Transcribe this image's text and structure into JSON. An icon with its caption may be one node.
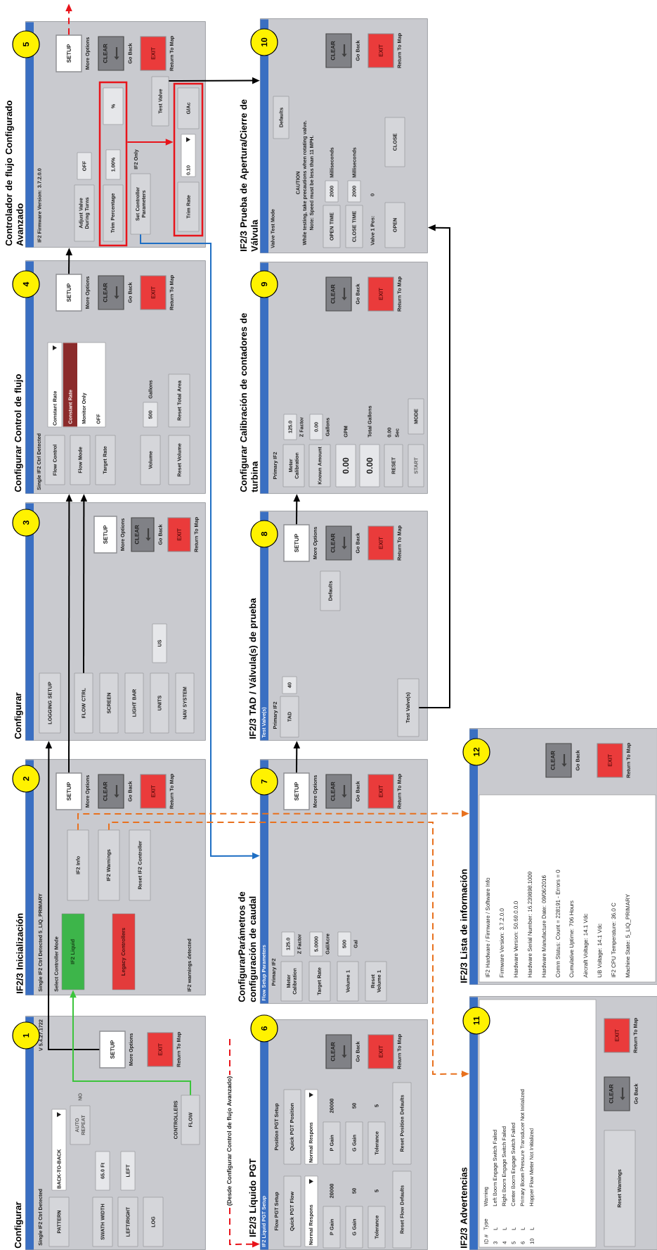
{
  "diagram": {
    "nodes": [
      {
        "text": [
          "Configurar",
          "Single IF2 Ctrl Detected",
          "V 5.4.27.1722",
          "CONTROLLERS"
        ]
      },
      {
        "text": [
          "1"
        ]
      },
      {
        "text": [
          "PATTERN"
        ],
        "in": 0
      },
      {
        "text": [
          "BACK-TO-BACK"
        ],
        "in": 0
      },
      {
        "text": [
          "AUTO REPEAT"
        ],
        "in": 0,
        "beside": [
          "NO"
        ]
      },
      {
        "text": [
          "SWATH WIDTH"
        ],
        "in": 0
      },
      {
        "text": [
          "65.0 Ft"
        ],
        "in": 0
      },
      {
        "text": [
          "LEFT/RIGHT"
        ],
        "in": 0
      },
      {
        "text": [
          "LEFT"
        ],
        "in": 0
      },
      {
        "text": [
          "LOG"
        ],
        "in": 0
      },
      {
        "text": [
          "SETUP"
        ],
        "in": 0,
        "beside": [
          "More Options"
        ]
      },
      {
        "text": [
          "EXIT"
        ],
        "in": 0,
        "beside": [
          "Return To Map"
        ]
      },
      {
        "text": [
          "FLOW"
        ],
        "in": 0
      },
      {
        "text": [
          "IF2/3 Inicialización",
          "Single IF2 Ctrl Detected 5_LIQ_PRIMARY",
          "Select Controller Mode",
          "IF2 warnings detected"
        ]
      },
      {
        "text": [
          "2"
        ]
      },
      {
        "text": [
          "IF2 Liquid"
        ],
        "in": 13
      },
      {
        "text": [
          "Legacy Controllers"
        ],
        "in": 13
      },
      {
        "text": [
          "IF2 Info"
        ],
        "in": 13
      },
      {
        "text": [
          "IF2 Warnings"
        ],
        "in": 13
      },
      {
        "text": [
          "Reset IF2 Controller"
        ],
        "in": 13
      },
      {
        "text": [
          "SETUP"
        ],
        "in": 13,
        "beside": [
          "More Options"
        ]
      },
      {
        "text": [
          "CLEAR"
        ],
        "in": 13,
        "beside": [
          "Go Back"
        ]
      },
      {
        "text": [
          "EXIT"
        ],
        "in": 13,
        "beside": [
          "Return To Map"
        ]
      },
      {
        "text": [
          "Configurar"
        ]
      },
      {
        "text": [
          "3"
        ]
      },
      {
        "text": [
          "LOGGING SETUP"
        ],
        "in": 23
      },
      {
        "text": [
          "FLOW CTRL"
        ],
        "in": 23
      },
      {
        "text": [
          "SCREEN"
        ],
        "in": 23
      },
      {
        "text": [
          "LIGHT BAR"
        ],
        "in": 23
      },
      {
        "text": [
          "UNITS"
        ],
        "in": 23
      },
      {
        "text": [
          "US"
        ],
        "in": 23
      },
      {
        "text": [
          "NAV SYSTEM"
        ],
        "in": 23
      },
      {
        "text": [
          "SETUP"
        ],
        "in": 23,
        "beside": [
          "More Options"
        ]
      },
      {
        "text": [
          "CLEAR"
        ],
        "in": 23,
        "beside": [
          "Go Back"
        ]
      },
      {
        "text": [
          "EXIT"
        ],
        "in": 23,
        "beside": [
          "Return To Map"
        ]
      },
      {
        "text": [
          "Configurar Control de flujo",
          "Single IF2 Ctrl Detected",
          "Gallons"
        ]
      },
      {
        "text": [
          "4"
        ]
      },
      {
        "text": [
          "Flow Control"
        ],
        "in": 35
      },
      {
        "text": [
          "Constant Rate"
        ],
        "in": 35
      },
      {
        "text": [
          "Constant Rate",
          "Monitor Only",
          "OFF"
        ],
        "in": 35
      },
      {
        "text": [
          "Flow Mode"
        ],
        "in": 35
      },
      {
        "text": [
          "Target Rate"
        ],
        "in": 35
      },
      {
        "text": [
          "Volume"
        ],
        "in": 35
      },
      {
        "text": [
          "500"
        ],
        "in": 35
      },
      {
        "text": [
          "Reset Volume"
        ],
        "in": 35
      },
      {
        "text": [
          "Reset Total Area"
        ],
        "in": 35
      },
      {
        "text": [
          "SETUP"
        ],
        "in": 35,
        "beside": [
          "More Options"
        ]
      },
      {
        "text": [
          "CLEAR"
        ],
        "in": 35,
        "beside": [
          "Go Back"
        ]
      },
      {
        "text": [
          "EXIT"
        ],
        "in": 35,
        "beside": [
          "Return To Map"
        ]
      },
      {
        "text": [
          "Controlador de flujo Configurado Avanzado",
          "IF2 Firmware Version: 3.7.2.0.0",
          "IF2 Only"
        ]
      },
      {
        "text": [
          "5"
        ]
      },
      {
        "text": [
          "Adjust Valve During Turns"
        ],
        "in": 49
      },
      {
        "text": [
          "OFF"
        ],
        "in": 49
      },
      {
        "text": [],
        "shape": "box",
        "in": 49
      },
      {
        "text": [
          "Trim Percentage"
        ],
        "in": 53
      },
      {
        "text": [
          "1.00%"
        ],
        "in": 53
      },
      {
        "text": [
          "%"
        ],
        "in": 53
      },
      {
        "text": [
          "Set Controller Parameters"
        ],
        "in": 49
      },
      {
        "text": [
          "Test Valve"
        ],
        "in": 49
      },
      {
        "text": [],
        "shape": "box",
        "in": 49
      },
      {
        "text": [
          "Trim Rate"
        ],
        "in": 59
      },
      {
        "text": [
          "0.10"
        ],
        "in": 59
      },
      {
        "text": [
          "G/Ac"
        ],
        "in": 59
      },
      {
        "text": [
          "SETUP"
        ],
        "in": 49,
        "beside": [
          "More Options"
        ]
      },
      {
        "text": [
          "CLEAR"
        ],
        "in": 49,
        "beside": [
          "Go Back"
        ]
      },
      {
        "text": [
          "EXIT"
        ],
        "in": 49,
        "beside": [
          "Return To Map"
        ]
      },
      {
        "text": [
          "IF2/3 Líquido PGT",
          "IF2 Liquid PGT Setup",
          "Flow PGT Setup",
          "Position PGT Setup",
          "20000",
          "20000",
          "50",
          "50",
          "5",
          "5"
        ]
      },
      {
        "text": [
          "6"
        ]
      },
      {
        "text": [
          "Quick PGT Flow"
        ],
        "in": 66
      },
      {
        "text": [
          "Quick PGT Position"
        ],
        "in": 66
      },
      {
        "text": [
          "Normal Respons"
        ],
        "in": 66
      },
      {
        "text": [
          "Normal Respons"
        ],
        "in": 66
      },
      {
        "text": [
          "P Gain"
        ],
        "in": 66
      },
      {
        "text": [
          "P Gain"
        ],
        "in": 66
      },
      {
        "text": [
          "G Gain"
        ],
        "in": 66
      },
      {
        "text": [
          "G Gain"
        ],
        "in": 66
      },
      {
        "text": [
          "Tolerance"
        ],
        "in": 66
      },
      {
        "text": [
          "Tolerance"
        ],
        "in": 66
      },
      {
        "text": [
          "Reset Flow Defaults"
        ],
        "in": 66
      },
      {
        "text": [
          "Reset Position Defaults"
        ],
        "in": 66
      },
      {
        "text": [
          "CLEAR"
        ],
        "in": 66,
        "beside": [
          "Go Back"
        ]
      },
      {
        "text": [
          "EXIT"
        ],
        "in": 66,
        "beside": [
          "Return To Map"
        ]
      },
      {
        "text": [
          "ConfigurarParámetros de configuración de caudal",
          "Flow Setup Parameters",
          "Primary IF2",
          "Z Factor",
          "Gal/Acre",
          "Gal"
        ]
      },
      {
        "text": [
          "7"
        ]
      },
      {
        "text": [
          "Meter Calibration"
        ],
        "in": 82
      },
      {
        "text": [
          "125.0"
        ],
        "in": 82
      },
      {
        "text": [
          "Target Rate"
        ],
        "in": 82
      },
      {
        "text": [
          "5.0000"
        ],
        "in": 82
      },
      {
        "text": [
          "Volume 1"
        ],
        "in": 82
      },
      {
        "text": [
          "500"
        ],
        "in": 82
      },
      {
        "text": [
          "Reset Volume 1"
        ],
        "in": 82
      },
      {
        "text": [
          "SETUP"
        ],
        "in": 82,
        "beside": [
          "More Options"
        ]
      },
      {
        "text": [
          "CLEAR"
        ],
        "in": 82,
        "beside": [
          "Go Back"
        ]
      },
      {
        "text": [
          "EXIT"
        ],
        "in": 82,
        "beside": [
          "Return To Map"
        ]
      },
      {
        "text": [
          "IF2/3 TAD / Válvula(s) de prueba",
          "Test Valve(s)",
          "Primary IF2"
        ]
      },
      {
        "text": [
          "8"
        ]
      },
      {
        "text": [
          "TAD"
        ],
        "in": 94
      },
      {
        "text": [
          "40"
        ],
        "in": 94
      },
      {
        "text": [
          "Defaults"
        ],
        "in": 94
      },
      {
        "text": [
          "Test Valve(s)"
        ],
        "in": 94
      },
      {
        "text": [
          "SETUP"
        ],
        "in": 94,
        "beside": [
          "More Options"
        ]
      },
      {
        "text": [
          "CLEAR"
        ],
        "in": 94,
        "beside": [
          "Go Back"
        ]
      },
      {
        "text": [
          "EXIT"
        ],
        "in": 94,
        "beside": [
          "Return To Map"
        ]
      },
      {
        "text": [
          "Configurar Calibración de contadores de turbina",
          "Primary IF2",
          "Z Factor",
          "Gallons",
          "GPM",
          "Total Gallons",
          "0.00",
          "Sec"
        ]
      },
      {
        "text": [
          "9"
        ]
      },
      {
        "text": [
          "Meter Calibration"
        ],
        "in": 103
      },
      {
        "text": [
          "125.0"
        ],
        "in": 103
      },
      {
        "text": [
          "Known Amount"
        ],
        "in": 103
      },
      {
        "text": [
          "0.00"
        ],
        "in": 103
      },
      {
        "text": [
          "0.00"
        ],
        "in": 103
      },
      {
        "text": [
          "0.00"
        ],
        "in": 103
      },
      {
        "text": [
          "RESET"
        ],
        "in": 103
      },
      {
        "text": [
          "START"
        ],
        "in": 103
      },
      {
        "text": [
          "MODE"
        ],
        "in": 103
      },
      {
        "text": [
          "CLEAR"
        ],
        "in": 103,
        "beside": [
          "Go Back"
        ]
      },
      {
        "text": [
          "EXIT"
        ],
        "in": 103,
        "beside": [
          "Return To Map"
        ]
      },
      {
        "text": [
          "IF2/3 Prueba de Apertura/Cierre de Válvula",
          "Valve Test Mode",
          "CAUTION",
          "While testing, take precautions when rotating valve.",
          "Note: Speed must be less than 11 MPH.",
          "Milliseconds",
          "Milliseconds",
          "Valve 1 Pos:",
          "0"
        ]
      },
      {
        "text": [
          "10"
        ]
      },
      {
        "text": [
          "Defaults"
        ],
        "in": 116
      },
      {
        "text": [
          "OPEN TIME"
        ],
        "in": 116
      },
      {
        "text": [
          "2000"
        ],
        "in": 116
      },
      {
        "text": [
          "CLOSE TIME"
        ],
        "in": 116
      },
      {
        "text": [
          "2000"
        ],
        "in": 116
      },
      {
        "text": [
          "OPEN"
        ],
        "in": 116
      },
      {
        "text": [
          "CLOSE"
        ],
        "in": 116
      },
      {
        "text": [
          "CLEAR"
        ],
        "in": 116,
        "beside": [
          "Go Back"
        ]
      },
      {
        "text": [
          "EXIT"
        ],
        "in": 116,
        "beside": [
          "Return To Map"
        ]
      },
      {
        "text": [
          "IF2/3 Advertencias"
        ]
      },
      {
        "text": [
          "11"
        ]
      },
      {
        "text": [
          "ID #",
          "Type",
          "Warning",
          "3",
          "L",
          "Left Boom Engage Switch Failed",
          "4",
          "L",
          "Right Boom Engage Switch Failed",
          "5",
          "L",
          "Center Boom Engage Switch Failed",
          "6",
          "L",
          "Primary Boom Pressure Transducer Not Initialized",
          "10",
          "L",
          "Hopper Flow Meter Not Initialized"
        ],
        "in": 127
      },
      {
        "text": [
          "Reset Warnings"
        ],
        "in": 127
      },
      {
        "text": [
          "CLEAR"
        ],
        "in": 127,
        "beside": [
          "Go Back"
        ]
      },
      {
        "text": [
          "EXIT"
        ],
        "in": 127,
        "beside": [
          "Return To Map"
        ]
      },
      {
        "text": [
          "IF2/3 Lista de información"
        ]
      },
      {
        "text": [
          "12"
        ]
      },
      {
        "text": [
          "IF2 Hardware / Firmware / Software Info",
          "Firmware Version: 3.7.2.0.0",
          "Hardware Version: 50.69.0.0.0",
          "Hardware Serial Number: 16.239898.1009",
          "Hardware Manufacture Date: 09/06/2016",
          "Comm Status: Count = 228191 - Errors = 0",
          "Cumulative Uptime: 706 Hours",
          "Aircraft Voltage: 14.1 Vdc",
          "UB Voltage: 14.1 Vdc",
          "IF2 CPU Temperature: 36.0 C",
          "Machine State: 5_LIQ_PRIMARY"
        ],
        "in": 133
      },
      {
        "text": [
          "CLEAR"
        ],
        "in": 133,
        "beside": [
          "Go Back"
        ]
      },
      {
        "text": [
          "EXIT"
        ],
        "in": 133,
        "beside": [
          "Return To Map"
        ]
      }
    ],
    "edges": [
      {
        "from": 10,
        "to": 23,
        "arrow": "to"
      },
      {
        "from": 20,
        "to": 35,
        "arrow": "to"
      },
      {
        "from": 26,
        "to": 35,
        "arrow": "to"
      },
      {
        "from": 46,
        "to": 49,
        "arrow": "to"
      },
      {
        "from": 58,
        "to": 116,
        "arrow": "to"
      },
      {
        "from": 99,
        "to": 116,
        "arrow": "to"
      },
      {
        "from": 91,
        "to": 94,
        "arrow": "to"
      },
      {
        "from": 100,
        "to": 103,
        "arrow": "to"
      },
      {
        "from": 12,
        "to": 15,
        "arrow": "to",
        "color": "#3cc43c"
      },
      {
        "from": 57,
        "to": 82,
        "arrow": "to",
        "color": "#1f6fc4"
      },
      {
        "from": 17,
        "to": 133,
        "arrow": "to",
        "style": "dashed",
        "color": "#e8711e"
      },
      {
        "from": 18,
        "to": 127,
        "arrow": "to",
        "style": "dashed",
        "color": "#e8711e"
      },
      {
        "from": 63,
        "to": null,
        "arrow": "to",
        "style": "dashed",
        "color": "#e8141b"
      },
      {
        "from": null,
        "to": 66,
        "arrow": "to",
        "style": "dashed",
        "color": "#e8141b",
        "label": "(Desde Configurar Control de flujo Avanzado)"
      },
      {
        "from": 53,
        "to": 59,
        "arrow": "to",
        "color": "#e8141b"
      }
    ]
  }
}
